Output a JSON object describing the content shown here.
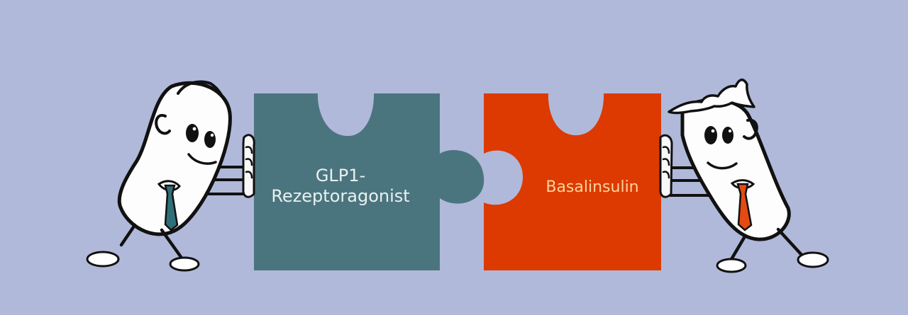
{
  "scene": {
    "background_color": "#b0b9da",
    "left_piece": {
      "label_line1": "GLP1-",
      "label_line2": "Rezeptoragonist",
      "color": "#4b757e"
    },
    "right_piece": {
      "label": "Basalinsulin",
      "color": "#dc3a00"
    },
    "left_character_tie_color": "#2f6f78",
    "right_character_tie_color": "#e54a10"
  }
}
